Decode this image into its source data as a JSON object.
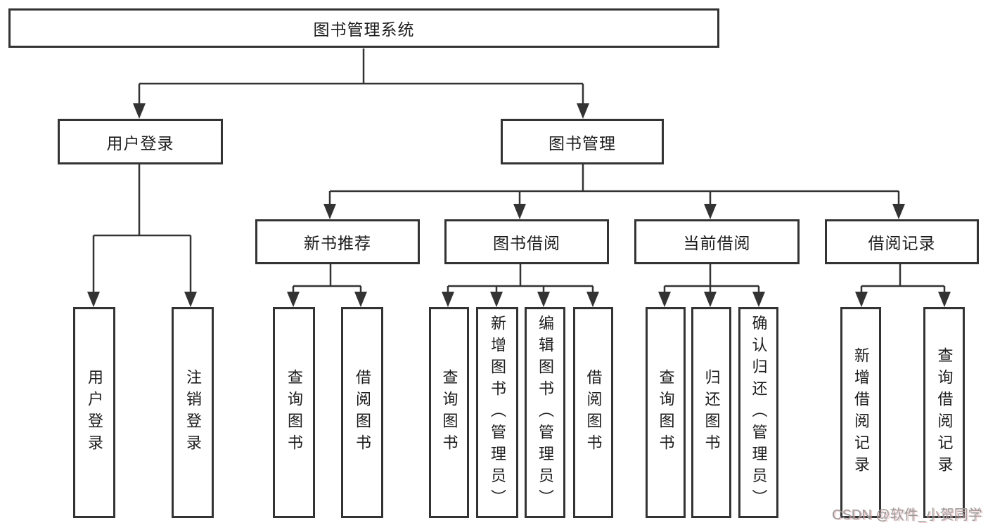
{
  "diagram": {
    "root": {
      "label": "图书管理系统"
    },
    "level2": [
      {
        "label": "用户登录"
      },
      {
        "label": "图书管理"
      }
    ],
    "level3": [
      {
        "label": "新书推荐",
        "parent": "图书管理"
      },
      {
        "label": "图书借阅",
        "parent": "图书管理"
      },
      {
        "label": "当前借阅",
        "parent": "图书管理"
      },
      {
        "label": "借阅记录",
        "parent": "图书管理"
      }
    ],
    "leaves": [
      {
        "label": "用户登录",
        "parent": "用户登录"
      },
      {
        "label": "注销登录",
        "parent": "用户登录"
      },
      {
        "label": "查询图书",
        "parent": "新书推荐"
      },
      {
        "label": "借阅图书",
        "parent": "新书推荐"
      },
      {
        "label": "查询图书",
        "parent": "图书借阅"
      },
      {
        "label": "新增图书（管理员）",
        "parent": "图书借阅"
      },
      {
        "label": "编辑图书（管理员）",
        "parent": "图书借阅"
      },
      {
        "label": "借阅图书",
        "parent": "图书借阅"
      },
      {
        "label": "查询图书",
        "parent": "当前借阅"
      },
      {
        "label": "归还图书",
        "parent": "当前借阅"
      },
      {
        "label": "确认归还（管理员）",
        "parent": "当前借阅"
      },
      {
        "label": "新增借阅记录",
        "parent": "借阅记录"
      },
      {
        "label": "查询借阅记录",
        "parent": "借阅记录"
      }
    ],
    "watermark": "CSDN @软件_小贺同学",
    "colors": {
      "line": "#333333",
      "box_border": "#333333",
      "text": "#1c1c1c",
      "watermark": "#9b9b9b",
      "background": "#ffffff"
    }
  }
}
